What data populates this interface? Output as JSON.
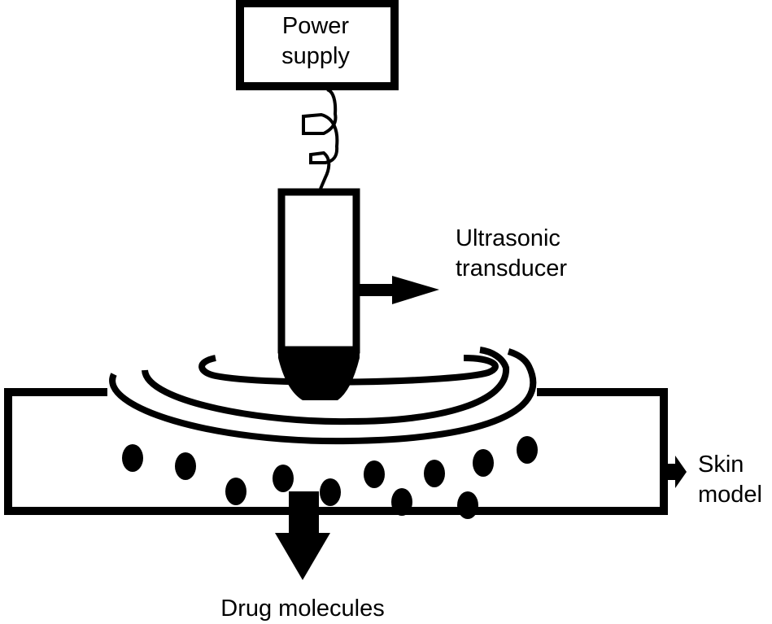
{
  "labels": {
    "power_supply": [
      "Power",
      "supply"
    ],
    "transducer": [
      "Ultrasonic",
      "transducer"
    ],
    "skin_model": [
      "Skin",
      "model"
    ],
    "drug_molecules": "Drug molecules"
  },
  "colors": {
    "ink": "#000000",
    "background": "#ffffff"
  }
}
